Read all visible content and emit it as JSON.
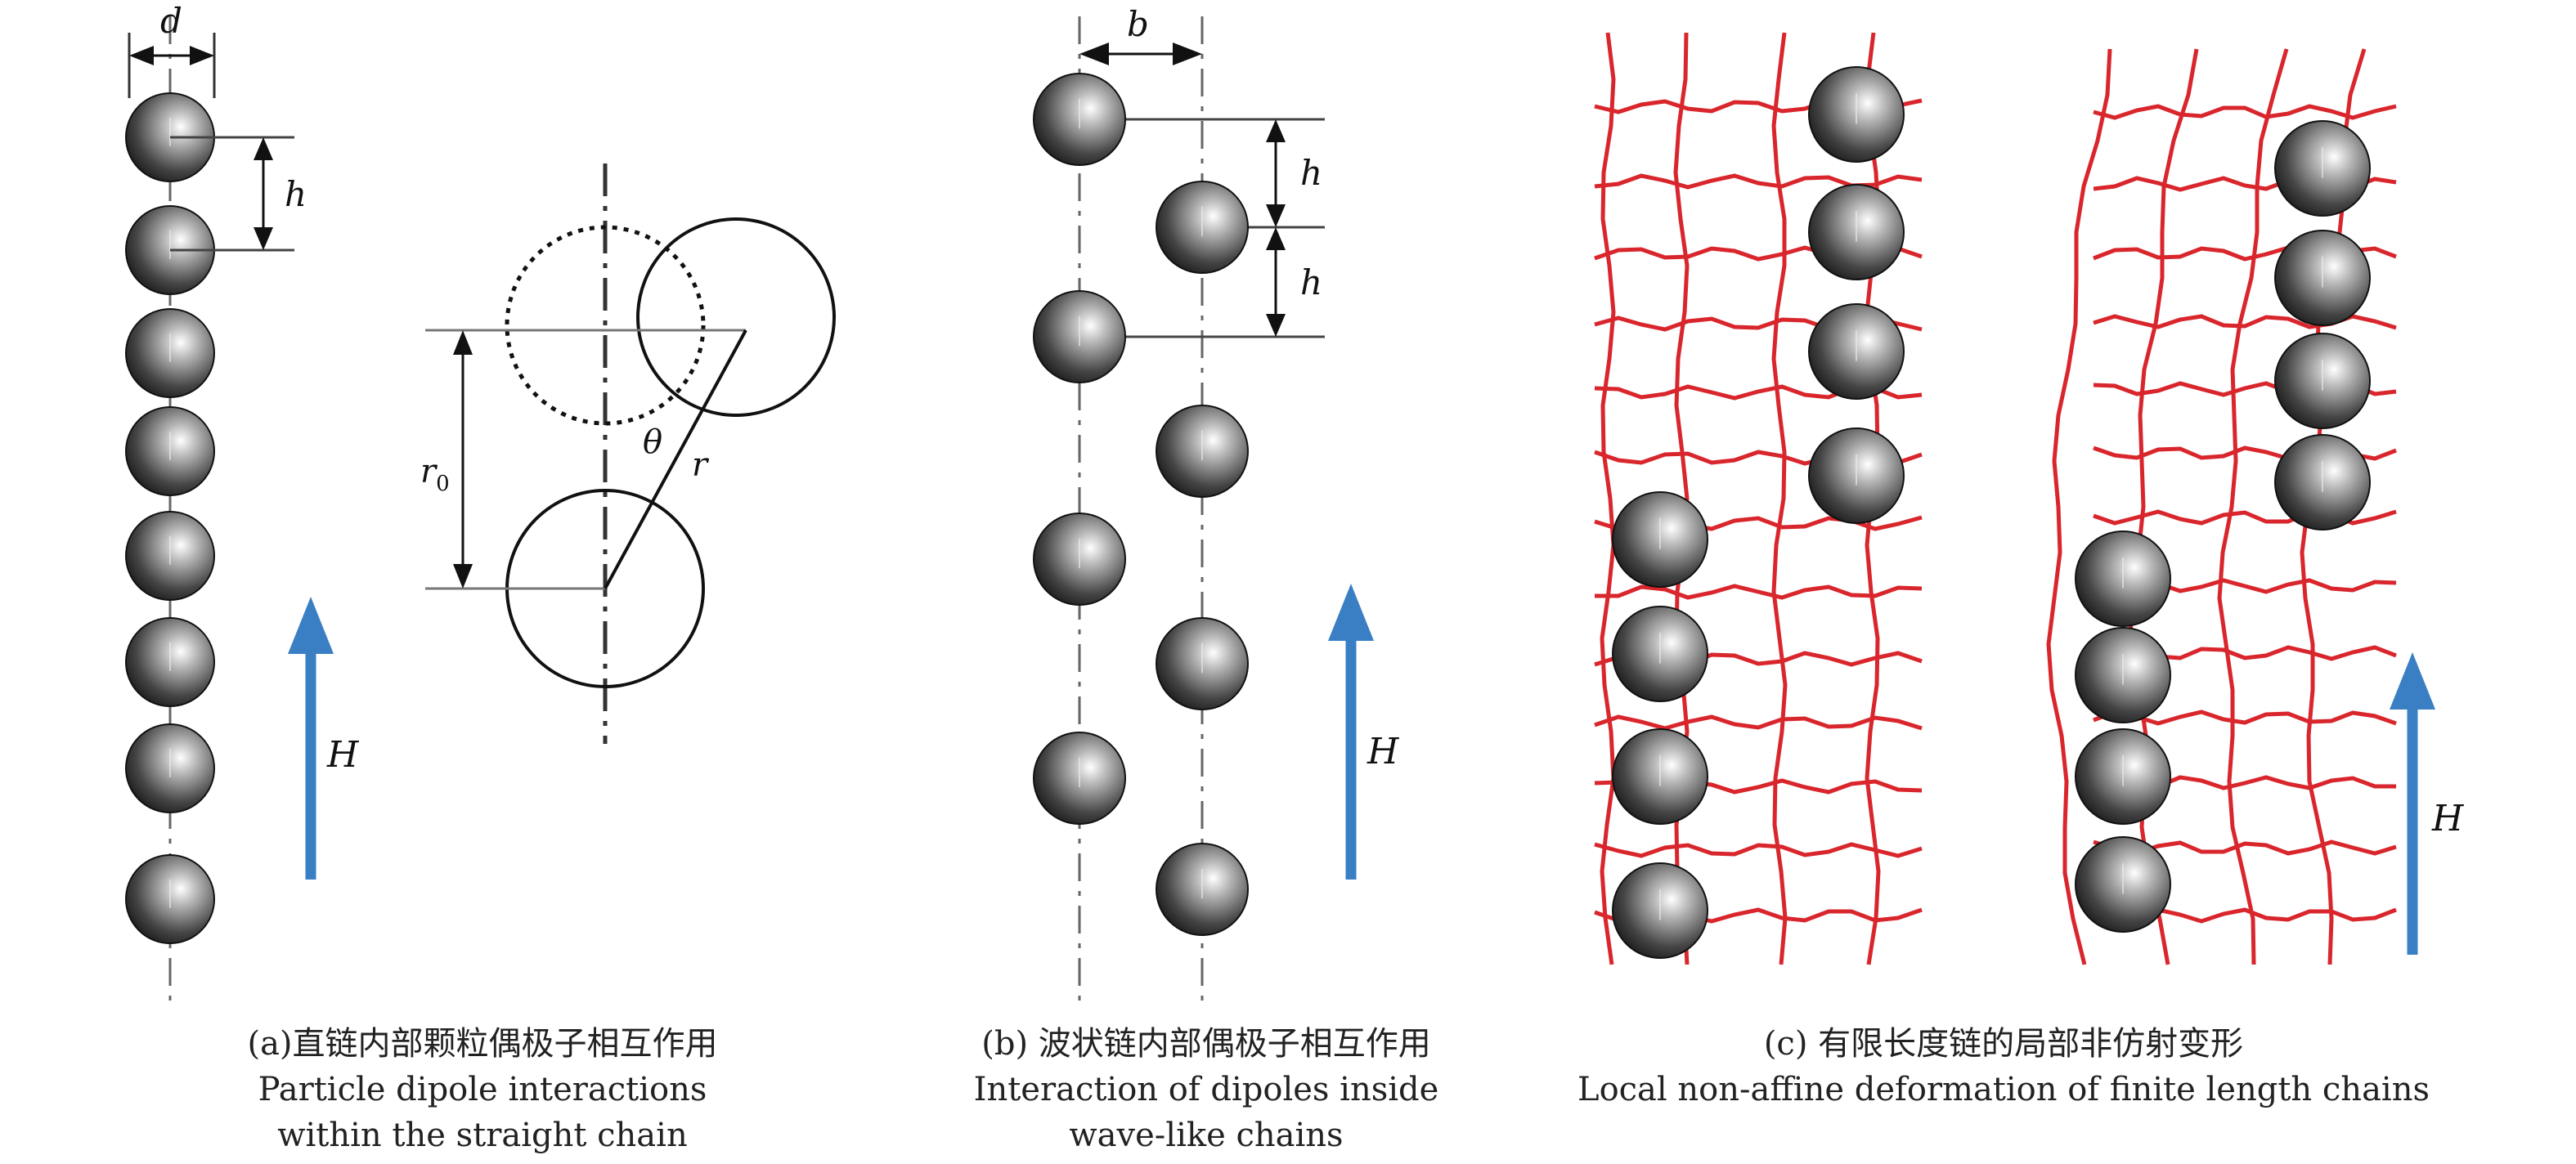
{
  "colors": {
    "field_arrow": "#3a7fc4",
    "mesh": "#d9262c",
    "line": "#333333"
  },
  "panel_a": {
    "labels": {
      "d": "d",
      "h": "h",
      "r0": "r",
      "r0_sub": "0",
      "theta": "θ",
      "r": "r",
      "H": "H"
    },
    "caption": {
      "zh": "(a)直链内部颗粒偶极子相互作用",
      "en_line1": "Particle dipole interactions",
      "en_line2": "within the straight chain"
    }
  },
  "panel_b": {
    "labels": {
      "b": "b",
      "h1": "h",
      "h2": "h",
      "H": "H"
    },
    "caption": {
      "zh": "(b) 波状链内部偶极子相互作用",
      "en_line1": "Interaction of dipoles inside",
      "en_line2": "wave-like chains"
    }
  },
  "panel_c": {
    "labels": {
      "H": "H"
    },
    "caption": {
      "zh": "(c) 有限长度链的局部非仿射变形",
      "en_line1": "Local non-affine deformation of finite length chains"
    }
  }
}
